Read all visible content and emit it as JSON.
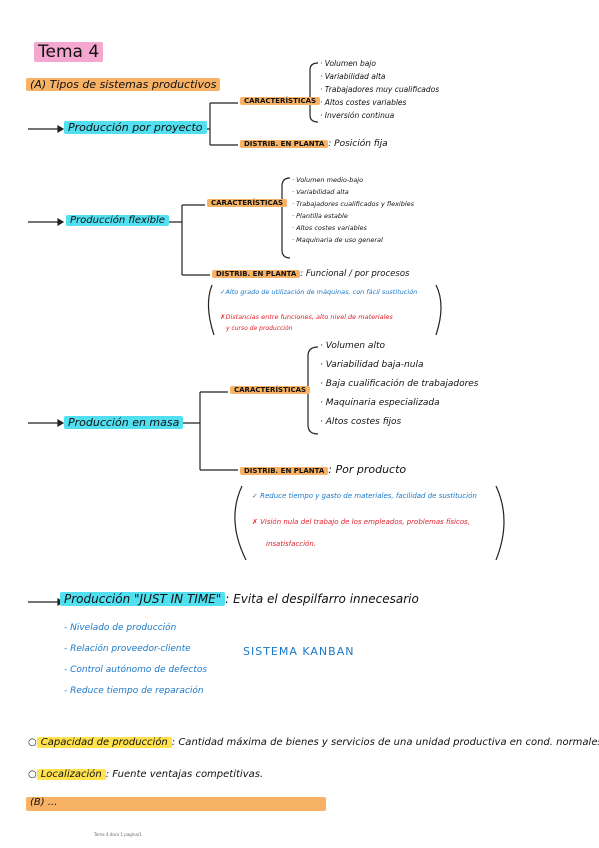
{
  "title": "Tema 4",
  "section_a": "(A) Tipos de sistemas productivos",
  "proyecto": {
    "label": "Producción por proyecto",
    "car_label": "CARACTERÍSTICAS",
    "chars": [
      "· Volumen bajo",
      "· Variabilidad alta",
      "· Trabajadores muy cualificados",
      "· Altos costes variables",
      "· Inversión continua"
    ],
    "dist_label": "DISTRIB. EN PLANTA",
    "dist_value": ": Posición fija"
  },
  "flexible": {
    "label": "Producción flexible",
    "car_label": "CARACTERÍSTICAS",
    "chars": [
      "· Volumen medio-bajo",
      "· Variabilidad alta",
      "· Trabajadores cualificados y flexibles",
      "· Plantilla estable",
      "· Altos costes variables",
      "· Maquinaria de uso general"
    ],
    "dist_label": "DISTRIB. EN PLANTA",
    "dist_value": ": Funcional / por procesos",
    "pro": "✓Alto grado de utilización de máquinas, con fácil sustitución",
    "con1": "✗Distancias entre funciones, alto nivel de materiales",
    "con2": "y curso de producción"
  },
  "masa": {
    "label": "Producción en masa",
    "car_label": "CARACTERÍSTICAS",
    "chars": [
      "· Volumen alto",
      "· Variabilidad baja-nula",
      "· Baja cualificación de trabajadores",
      "· Maquinaria especializada",
      "· Altos costes fijos"
    ],
    "dist_label": "DISTRIB. EN PLANTA",
    "dist_value": ": Por producto",
    "pro": "✓ Reduce tiempo y gasto de materiales, facilidad de sustitución",
    "con1": "✗ Visión nula del trabajo de los empleados, problemas físicos,",
    "con2": "insatisfacción."
  },
  "jit": {
    "label": "Producción \"JUST IN TIME\"",
    "desc": ": Evita el despilfarro innecesario",
    "items": [
      "- Nivelado de producción",
      "- Relación proveedor-cliente",
      "- Control autónomo de defectos",
      "- Reduce tiempo de reparación"
    ],
    "kanban": "SISTEMA KANBAN"
  },
  "capacidad": {
    "label": "Capacidad de producción",
    "text": ": Cantidad máxima de bienes y servicios de una unidad productiva en cond. normales."
  },
  "localizacion": {
    "label": "Localización",
    "text": ": Fuente ventajas competitivas."
  },
  "section_b": "(B) ...",
  "footer": "Tema 4.docx  1 pagina/1"
}
